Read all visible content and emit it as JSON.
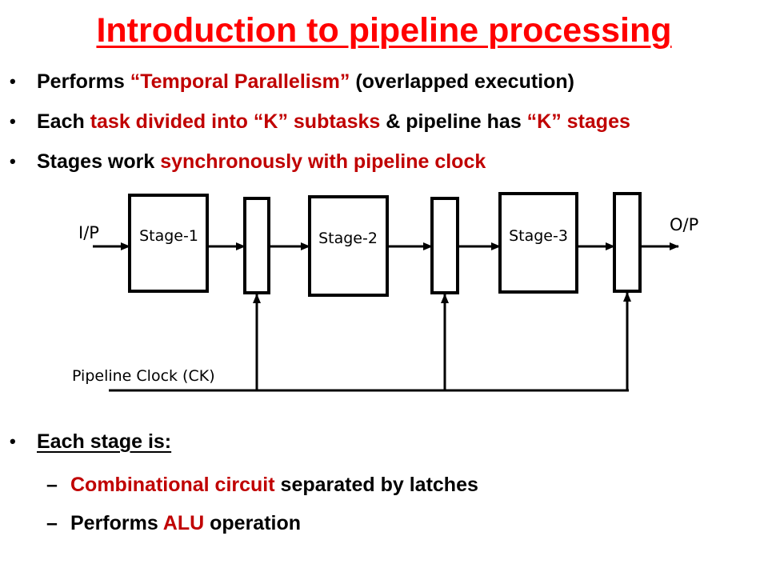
{
  "slide": {
    "title": "Introduction to pipeline processing",
    "title_color": "#ff0000",
    "accent_color": "#c00000",
    "bullet_glyph": "•",
    "dash_glyph": "–"
  },
  "bullets": [
    {
      "parts": [
        {
          "text": "Performs ",
          "red": false
        },
        {
          "text": "“Temporal Parallelism”",
          "red": true
        },
        {
          "text": " (overlapped execution)",
          "red": false
        }
      ]
    },
    {
      "parts": [
        {
          "text": "Each ",
          "red": false
        },
        {
          "text": "task divided into “K” subtasks",
          "red": true
        },
        {
          "text": " & pipeline has ",
          "red": false
        },
        {
          "text": "“K” stages",
          "red": true
        }
      ]
    },
    {
      "parts": [
        {
          "text": "Stages work ",
          "red": false
        },
        {
          "text": "synchronously with pipeline clock",
          "red": true
        }
      ]
    }
  ],
  "diagram": {
    "input_label": "I/P",
    "output_label": "O/P",
    "clock_label": "Pipeline Clock (CK)",
    "stages": [
      "Stage-1",
      "Stage-2",
      "Stage-3"
    ]
  },
  "stage_section": {
    "heading": "Each stage is:",
    "items": [
      {
        "parts": [
          {
            "text": "Combinational circuit",
            "red": true
          },
          {
            "text": " separated by latches",
            "red": false
          }
        ]
      },
      {
        "parts": [
          {
            "text": "Performs ",
            "red": false
          },
          {
            "text": "ALU",
            "red": true
          },
          {
            "text": " operation",
            "red": false
          }
        ]
      }
    ]
  }
}
